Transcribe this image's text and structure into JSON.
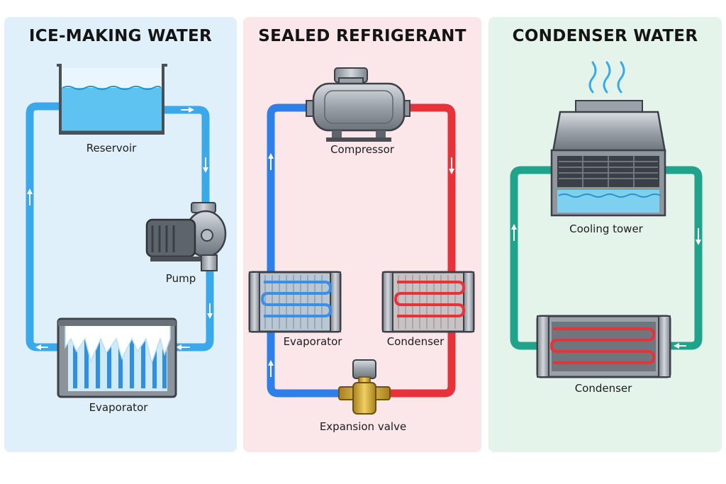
{
  "panels": [
    {
      "title": "ICE-MAKING WATER",
      "labels": {
        "reservoir": "Reservoir",
        "pump": "Pump",
        "evaporator": "Evaporator"
      }
    },
    {
      "title": "SEALED REFRIGERANT",
      "labels": {
        "compressor": "Compressor",
        "evaporator": "Evaporator",
        "condenser": "Condenser",
        "expansion_valve": "Expansion valve"
      }
    },
    {
      "title": "CONDENSER WATER",
      "labels": {
        "cooling_tower": "Cooling tower",
        "condenser": "Condenser"
      }
    }
  ],
  "colors": {
    "ice_water_panel": "#dff0fb",
    "refrigerant_panel": "#fbe6e9",
    "condenser_water_panel": "#e5f4ea",
    "water_pipe": "#3aa9ec",
    "cold_refrigerant_pipe": "#2f7fe8",
    "hot_refrigerant_pipe": "#e8323a",
    "condenser_water_pipe": "#1fa38a"
  }
}
